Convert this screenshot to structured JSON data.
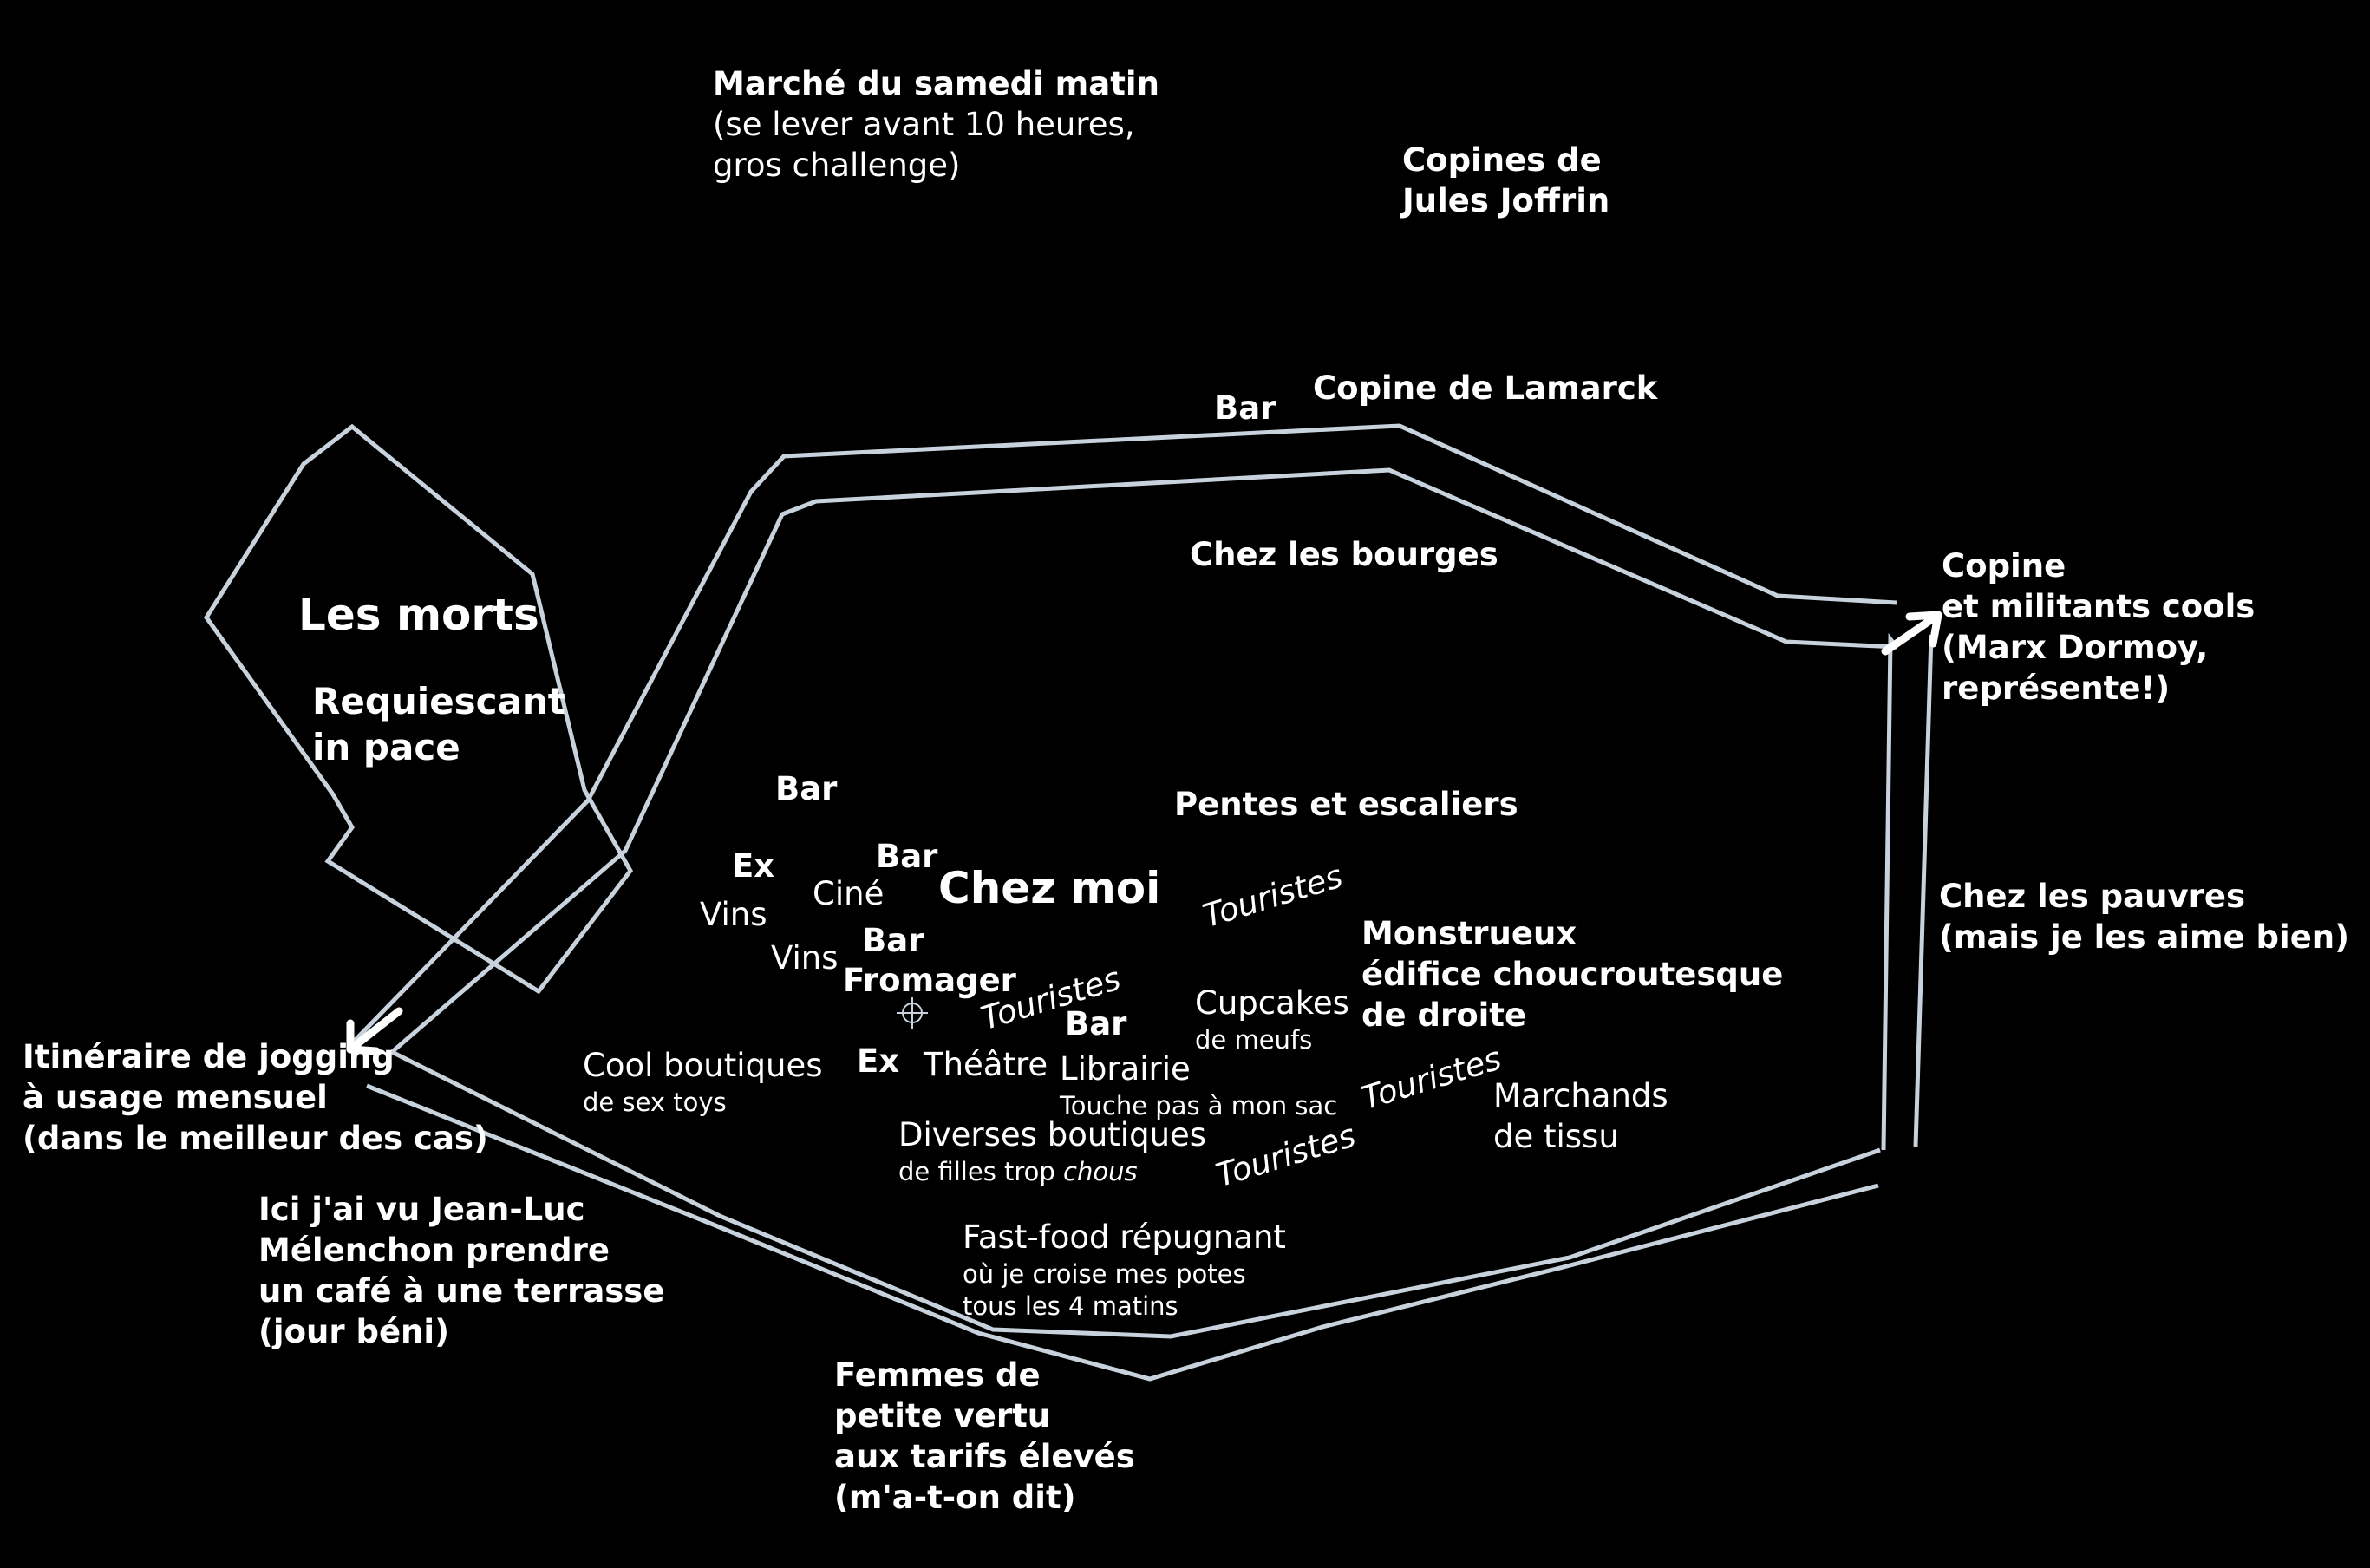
{
  "colors": {
    "background": "#000000",
    "text": "#ffffff",
    "roads": "#c8d2dc"
  },
  "icons": {
    "cursor": "crosshair-icon",
    "route_arrows": "arrow-icon"
  },
  "labels": {
    "marche": {
      "title": "Marché du samedi matin",
      "l1": "(se lever avant 10 heures,",
      "l2": "gros challenge)"
    },
    "copines_jj": {
      "l1": "Copines de",
      "l2": "Jules Joffrin"
    },
    "bar_top": "Bar",
    "copine_lamarck": "Copine de Lamarck",
    "bourges": "Chez les bourges",
    "copine_md": {
      "l1": "Copine",
      "l2": "et militants cools",
      "l3": "(Marx Dormoy,",
      "l4": "représente!)"
    },
    "morts": {
      "title": "Les morts",
      "l1": "Requiescant",
      "l2": "in pace"
    },
    "bar_1": "Bar",
    "pentes": "Pentes et escaliers",
    "ex_1": "Ex",
    "vins_1": "Vins",
    "bar_2": "Bar",
    "cine": "Ciné",
    "chez_moi": "Chez moi",
    "touristes_1": "Touristes",
    "vins_2": "Vins",
    "bar_3": "Bar",
    "fromager": "Fromager",
    "touristes_2": "Touristes",
    "bar_4": "Bar",
    "cupcakes": {
      "main": "Cupcakes",
      "sub": "de meufs"
    },
    "monstrueux": {
      "l1": "Monstrueux",
      "l2": "édifice choucroutesque",
      "l3": "de droite"
    },
    "chez_pauvres": {
      "l1": "Chez les pauvres",
      "l2": "(mais je les aime bien)"
    },
    "jogging": {
      "l1": "Itinéraire de jogging",
      "l2": "à usage mensuel",
      "l3": "(dans le meilleur des cas)"
    },
    "cool_boutiques": {
      "main": "Cool boutiques",
      "sub": "de sex toys"
    },
    "ex_2": "Ex",
    "theatre": "Théâtre",
    "librairie": {
      "main": "Librairie",
      "sub": "Touche pas à mon sac"
    },
    "touristes_3": "Touristes",
    "marchands": {
      "l1": "Marchands",
      "l2": "de tissu"
    },
    "diverses": {
      "main": "Diverses boutiques",
      "sub_pre": "de filles trop ",
      "sub_it": "chous"
    },
    "touristes_4": "Touristes",
    "melenchon": {
      "l1": "Ici j'ai vu Jean-Luc",
      "l2": "Mélenchon prendre",
      "l3": "un café à une terrasse",
      "l4": "(jour béni)"
    },
    "fastfood": {
      "main": "Fast-food répugnant",
      "sub1": "où je croise mes potes",
      "sub2": "tous les 4 matins"
    },
    "femmes": {
      "l1": "Femmes de",
      "l2": "petite vertu",
      "l3": "aux tarifs élevés",
      "l4": "(m'a-t-on dit)"
    }
  }
}
